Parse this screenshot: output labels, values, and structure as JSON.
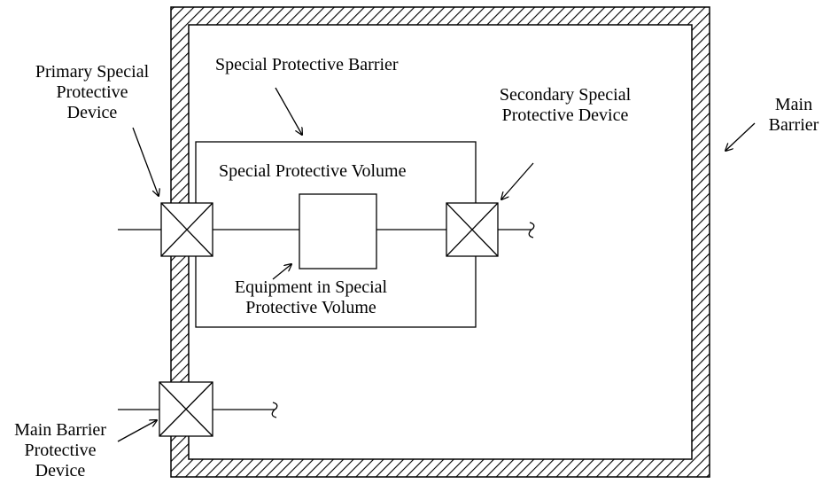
{
  "labels": {
    "primary_device": [
      "Primary Special",
      "Protective",
      "Device"
    ],
    "special_barrier": "Special Protective Barrier",
    "secondary_device": [
      "Secondary Special",
      "Protective Device"
    ],
    "main_barrier": [
      "Main",
      "Barrier"
    ],
    "special_volume": "Special Protective Volume",
    "equipment": [
      "Equipment in Special",
      "Protective Volume"
    ],
    "main_barrier_device": [
      "Main Barrier",
      "Protective",
      "Device"
    ]
  },
  "colors": {
    "ink": "#000000",
    "background": "#ffffff"
  }
}
